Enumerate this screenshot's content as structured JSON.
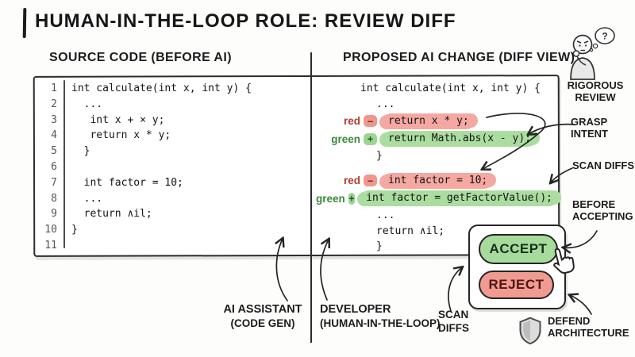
{
  "title": "HUMAN-IN-THE-LOOP ROLE: REVIEW DIFF",
  "source_panel": {
    "header": "SOURCE CODE (BEFORE AI)",
    "lines": [
      {
        "num": "1",
        "code": "int calculate(int x, int y) {"
      },
      {
        "num": "2",
        "code": "  ..."
      },
      {
        "num": "3",
        "code": "   int x + × y;"
      },
      {
        "num": "4",
        "code": "   return x * y;"
      },
      {
        "num": "5",
        "code": "  }"
      },
      {
        "num": "6",
        "code": ""
      },
      {
        "num": "7",
        "code": "  int factor = 10;"
      },
      {
        "num": "8",
        "code": "  ..."
      },
      {
        "num": "9",
        "code": "  return ∧il;"
      },
      {
        "num": "10",
        "code": "}"
      },
      {
        "num": "11",
        "code": ""
      }
    ]
  },
  "diff_panel": {
    "header": "PROPOSED AI CHANGE (DIFF VIEW)",
    "rows": [
      {
        "type": "plain",
        "indent": 0,
        "text": "int calculate(int x, int y) {"
      },
      {
        "type": "plain",
        "indent": 1,
        "text": "..."
      },
      {
        "type": "removed",
        "label": "red",
        "sign": "−",
        "text": "return x * y;"
      },
      {
        "type": "added",
        "label": "green",
        "sign": "+",
        "text": "return Math.abs(x - y);"
      },
      {
        "type": "plain",
        "indent": 1,
        "text": "}"
      },
      {
        "type": "spacer"
      },
      {
        "type": "removed",
        "label": "red",
        "sign": "−",
        "text": "int factor = 10;"
      },
      {
        "type": "added",
        "label": "green",
        "sign": "+",
        "text": "int factor = getFactorValue();"
      },
      {
        "type": "plain",
        "indent": 1,
        "text": "..."
      },
      {
        "type": "plain",
        "indent": 1,
        "text": "return ∧il;"
      },
      {
        "type": "plain",
        "indent": 1,
        "text": "}"
      }
    ]
  },
  "annotations": {
    "rigorous_review": [
      "RIGOROUS",
      "REVIEW"
    ],
    "grasp_intent": [
      "GRASP",
      "INTENT"
    ],
    "scan_diffs_right": "SCAN DIFFS",
    "before_accepting": [
      "BEFORE",
      "ACCEPTING"
    ],
    "defend_architecture": [
      "DEFEND",
      "ARCHITECTURE"
    ],
    "ai_assistant": [
      "AI ASSISTANT",
      "(CODE GEN)"
    ],
    "developer": [
      "DEVELOPER",
      "(HUMAN-IN-THE-LOOP)"
    ],
    "scan_diffs_bottom": [
      "SCAN",
      "DIFFS"
    ],
    "thought_bubble": "?"
  },
  "review_panel": {
    "accept_label": "ACCEPT",
    "reject_label": "REJECT"
  },
  "icons": {
    "thinker": "thinking-person-icon",
    "shield": "shield-icon",
    "cursor": "hand-cursor-icon"
  },
  "colors": {
    "ink": "#242424",
    "removed_text": "#b23a31",
    "added_text": "#3a8a3a",
    "removed_highlight": "#f4a8a1",
    "added_highlight": "#abdda0",
    "accept_fill": "#a7db9c",
    "reject_fill": "#f19a91"
  }
}
